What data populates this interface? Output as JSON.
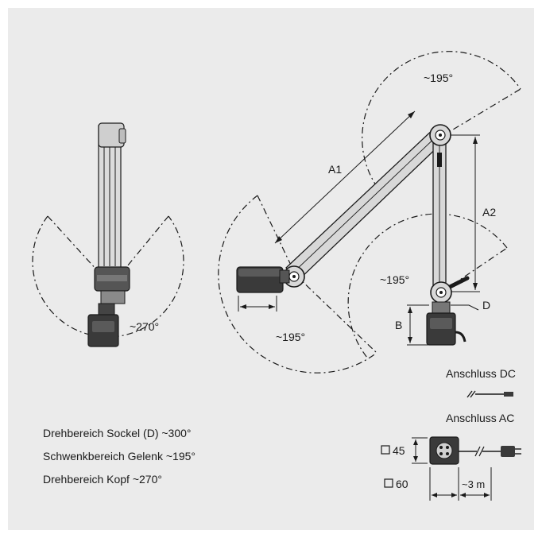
{
  "colors": {
    "background": "#ebebeb",
    "ink": "#1a1a1a",
    "device_dark": "#3a3a3a",
    "device_mid": "#8a8a8a",
    "device_light": "#d0d0d0"
  },
  "angles": {
    "left_head": "~270°",
    "top_arc": "~195°",
    "base_arc": "~195°",
    "mid_arc": "~195°"
  },
  "dimensions": {
    "a1": "A1",
    "a2": "A2",
    "b": "B",
    "d": "D",
    "size_45": "45",
    "size_60": "60",
    "cable": "~3 m"
  },
  "connectors": {
    "dc": "Anschluss DC",
    "ac": "Anschluss AC"
  },
  "notes": [
    "Drehbereich Sockel (D) ~300°",
    "Schwenkbereich Gelenk ~195°",
    "Drehbereich Kopf ~270°"
  ]
}
